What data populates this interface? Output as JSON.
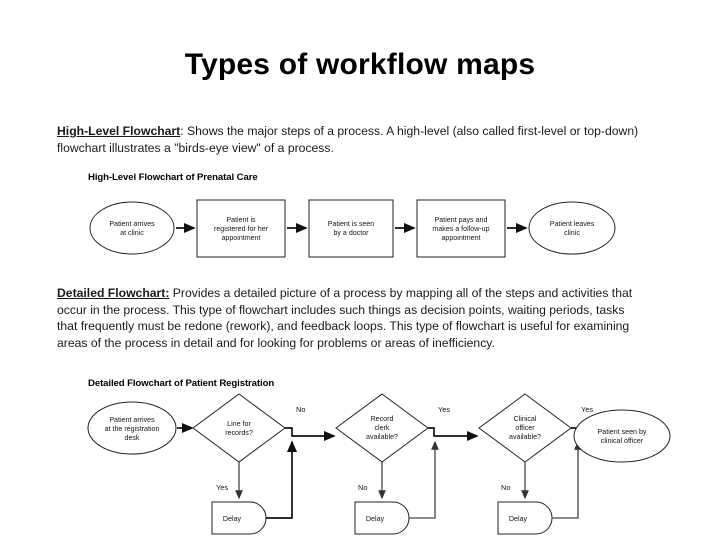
{
  "slide": {
    "title": "Types of workflow maps"
  },
  "sections": [
    {
      "lead": "High-Level Flowchart",
      "body": ": Shows the major steps of a process. A high-level (also called first-level or top-down) flowchart illustrates a \"birds-eye view\" of a process."
    },
    {
      "lead": "Detailed Flowchart:",
      "body": " Provides a detailed picture of a process by mapping all of the steps and activities that occur in the process. This type of flowchart includes such things as decision points, waiting periods, tasks that frequently must be redone (rework), and feedback loops. This type of flowchart is useful for examining areas of the process in detail and for looking for problems or areas of inefficiency."
    }
  ],
  "figures": [
    {
      "caption": "High-Level Flowchart of Prenatal Care",
      "nodes": [
        {
          "shape": "oval",
          "lines": [
            "Patient arrives",
            "at clinic"
          ]
        },
        {
          "shape": "rect",
          "lines": [
            "Patient is",
            "registered for her",
            "appointment"
          ]
        },
        {
          "shape": "rect",
          "lines": [
            "Patient is seen",
            "by a doctor"
          ]
        },
        {
          "shape": "rect",
          "lines": [
            "Patient pays and",
            "makes a follow-up",
            "appointment"
          ]
        },
        {
          "shape": "oval",
          "lines": [
            "Patient leaves",
            "clinic"
          ]
        }
      ]
    },
    {
      "caption": "Detailed Flowchart of Patient Registration",
      "nodes": [
        {
          "shape": "oval",
          "lines": [
            "Patient arrives",
            "at the registration",
            "desk"
          ]
        },
        {
          "shape": "diamond",
          "lines": [
            "Line for",
            "records?"
          ]
        },
        {
          "shape": "diamond",
          "lines": [
            "Record",
            "clerk",
            "available?"
          ]
        },
        {
          "shape": "diamond",
          "lines": [
            "Clinical",
            "officer",
            "available?"
          ]
        },
        {
          "shape": "oval",
          "lines": [
            "Patient seen by",
            "clinical officer"
          ]
        },
        {
          "shape": "delay",
          "lines": [
            "Delay"
          ]
        },
        {
          "shape": "delay",
          "lines": [
            "Delay"
          ]
        },
        {
          "shape": "delay",
          "lines": [
            "Delay"
          ]
        }
      ],
      "edge_labels": {
        "d1_out": "No",
        "d1_down": "Yes",
        "d2_out": "Yes",
        "d2_down": "No",
        "d3_out": "Yes",
        "d3_down": "No"
      }
    }
  ]
}
